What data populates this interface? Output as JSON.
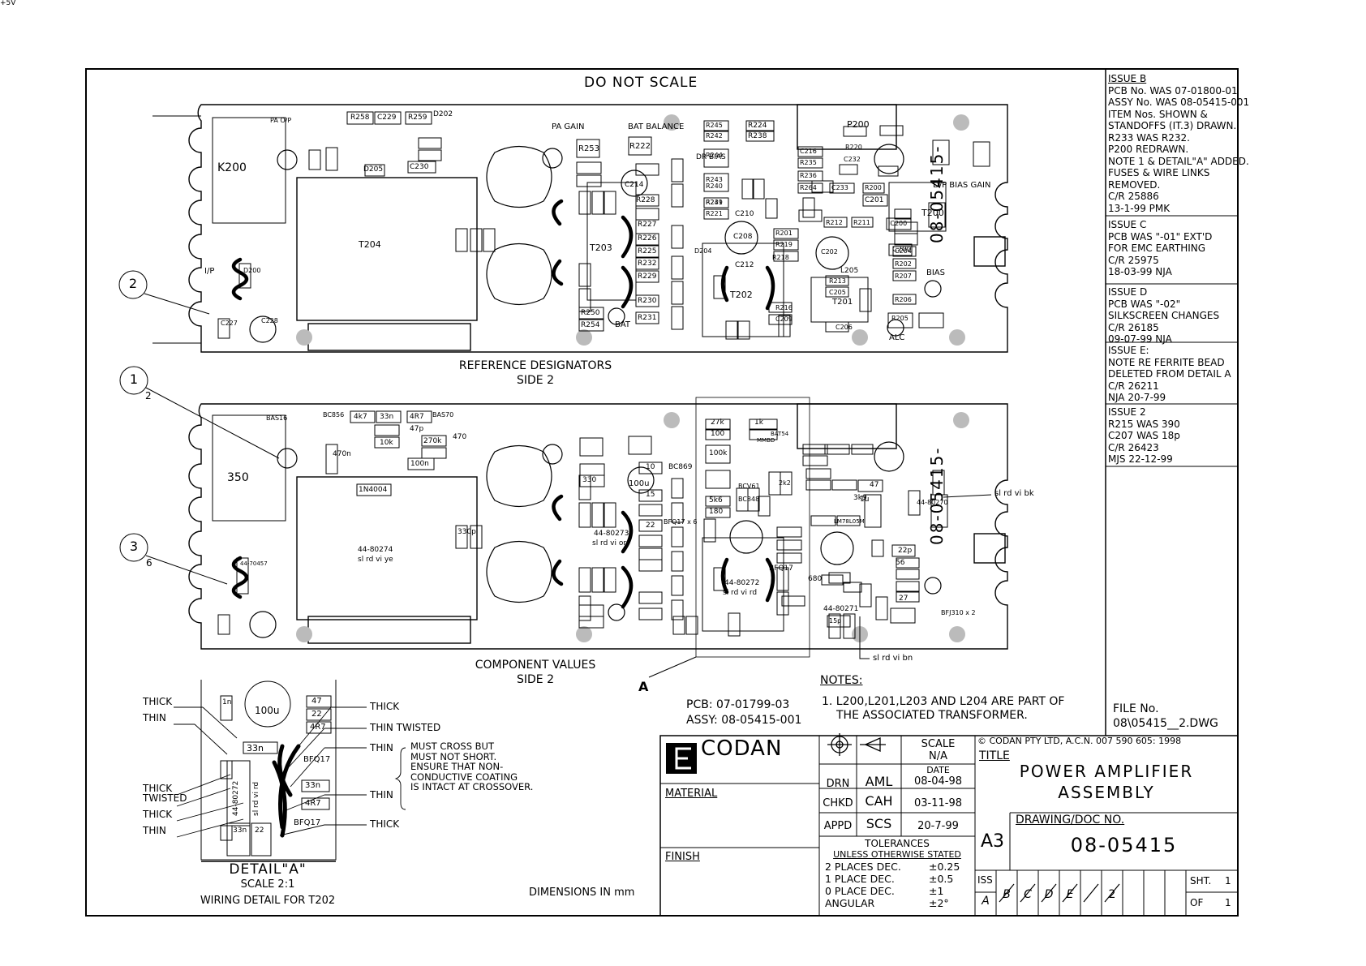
{
  "header_note": "DO NOT SCALE",
  "view_top": {
    "caption_line1": "REFERENCE DESIGNATORS",
    "caption_line2": "SIDE 2",
    "labels": [
      {
        "text": "K200"
      },
      {
        "text": "T204"
      },
      {
        "text": "T203"
      },
      {
        "text": "T202"
      },
      {
        "text": "T201"
      },
      {
        "text": "T200"
      },
      {
        "text": "P200"
      },
      {
        "text": "R253"
      },
      {
        "text": "R222"
      },
      {
        "text": "R258"
      },
      {
        "text": "C229"
      },
      {
        "text": "R259"
      },
      {
        "text": "D202"
      },
      {
        "text": "C230"
      },
      {
        "text": "D205"
      },
      {
        "text": "R228"
      },
      {
        "text": "R227"
      },
      {
        "text": "R226"
      },
      {
        "text": "R225"
      },
      {
        "text": "R232"
      },
      {
        "text": "R229"
      },
      {
        "text": "R230"
      },
      {
        "text": "R231"
      },
      {
        "text": "R250"
      },
      {
        "text": "R254"
      },
      {
        "text": "R245"
      },
      {
        "text": "R242"
      },
      {
        "text": "R244"
      },
      {
        "text": "R243"
      },
      {
        "text": "R240"
      },
      {
        "text": "R241"
      },
      {
        "text": "R239"
      },
      {
        "text": "R221"
      },
      {
        "text": "C210"
      },
      {
        "text": "C208"
      },
      {
        "text": "C212"
      },
      {
        "text": "R224"
      },
      {
        "text": "R238"
      },
      {
        "text": "C216"
      },
      {
        "text": "R235"
      },
      {
        "text": "R220"
      },
      {
        "text": "C232"
      },
      {
        "text": "R236"
      },
      {
        "text": "R264"
      },
      {
        "text": "C233"
      },
      {
        "text": "R200"
      },
      {
        "text": "C201"
      },
      {
        "text": "R212"
      },
      {
        "text": "R211"
      },
      {
        "text": "IC200"
      },
      {
        "text": "R201"
      },
      {
        "text": "R219"
      },
      {
        "text": "R218"
      },
      {
        "text": "C202"
      },
      {
        "text": "C200"
      },
      {
        "text": "C204"
      },
      {
        "text": "R202"
      },
      {
        "text": "R207"
      },
      {
        "text": "R206"
      },
      {
        "text": "R205"
      },
      {
        "text": "R213"
      },
      {
        "text": "C205"
      },
      {
        "text": "C206"
      },
      {
        "text": "R216"
      },
      {
        "text": "C209"
      },
      {
        "text": "C227"
      },
      {
        "text": "C228"
      },
      {
        "text": "C214"
      },
      {
        "text": "BAT"
      },
      {
        "text": "BIAS"
      },
      {
        "text": "ALC"
      },
      {
        "text": "PA GAIN"
      },
      {
        "text": "BAT BALANCE"
      },
      {
        "text": "DR BIAS"
      },
      {
        "text": "D/P BIAS GAIN"
      },
      {
        "text": "I/P"
      },
      {
        "text": "PA O/P"
      },
      {
        "text": "D204"
      },
      {
        "text": "D200"
      },
      {
        "text": "L205"
      },
      {
        "text": "+5V"
      }
    ]
  },
  "view_bottom": {
    "caption_line1": "COMPONENT VALUES",
    "caption_line2": "SIDE 2",
    "labels": [
      {
        "text": "350"
      },
      {
        "text": "44-80274"
      },
      {
        "text": "sl rd vi ye"
      },
      {
        "text": "44-80273"
      },
      {
        "text": "sl rd vi or"
      },
      {
        "text": "44-80272"
      },
      {
        "text": "sl rd vi rd"
      },
      {
        "text": "44-80271"
      },
      {
        "text": "44-80270"
      },
      {
        "text": "BAS16"
      },
      {
        "text": "BC856"
      },
      {
        "text": "4k7"
      },
      {
        "text": "33n"
      },
      {
        "text": "4R7"
      },
      {
        "text": "BAS70"
      },
      {
        "text": "47p"
      },
      {
        "text": "10k"
      },
      {
        "text": "270k"
      },
      {
        "text": "1N4004"
      },
      {
        "text": "100n"
      },
      {
        "text": "470"
      },
      {
        "text": "470n"
      },
      {
        "text": "330p"
      },
      {
        "text": "100u"
      },
      {
        "text": "330"
      },
      {
        "text": "10"
      },
      {
        "text": "15"
      },
      {
        "text": "22"
      },
      {
        "text": "BC869"
      },
      {
        "text": "27k"
      },
      {
        "text": "100"
      },
      {
        "text": "1k"
      },
      {
        "text": "100k"
      },
      {
        "text": "5k6"
      },
      {
        "text": "180"
      },
      {
        "text": "680"
      },
      {
        "text": "BFQ17"
      },
      {
        "text": "BFJ310 x 2"
      },
      {
        "text": "LM78L05M"
      },
      {
        "text": "56"
      },
      {
        "text": "27"
      },
      {
        "text": "47"
      },
      {
        "text": "22p"
      },
      {
        "text": "1u"
      },
      {
        "text": "3k9"
      },
      {
        "text": "BCV61"
      },
      {
        "text": "BC848"
      },
      {
        "text": "BAT54"
      },
      {
        "text": "MMBD"
      },
      {
        "text": "44-70457"
      },
      {
        "text": "BFQ17 x 6"
      },
      {
        "text": "15p"
      },
      {
        "text": "2k2"
      }
    ],
    "callout_right_top": "sl rd vi bk",
    "callout_right_bottom": "sl rd vi bn"
  },
  "balloons": [
    "2",
    "1",
    "3"
  ],
  "balloon_subs": [
    "2",
    "6"
  ],
  "detail_marker": "A",
  "detail_a": {
    "title": "DETAIL\"A\"",
    "scale": "SCALE 2:1",
    "subtitle": "WIRING DETAIL FOR T202",
    "left_labels": [
      "THICK",
      "THIN",
      "THICK",
      "TWISTED",
      "THICK",
      "THIN"
    ],
    "right_labels": [
      "THICK",
      "THIN TWISTED",
      "THIN",
      "THIN",
      "THICK"
    ],
    "parts": [
      "1n",
      "100u",
      "47",
      "22",
      "4R7",
      "33n",
      "BFQ17",
      "33n",
      "4R7",
      "BFQ17",
      "44-80272",
      "sl rd vi rd",
      "33n",
      "22"
    ],
    "note_lines": [
      "MUST CROSS BUT",
      "MUST NOT SHORT.",
      "ENSURE THAT NON-",
      "CONDUCTIVE COATING",
      "IS INTACT AT CROSSOVER."
    ]
  },
  "pcb": "PCB: 07-01799-03",
  "assy": "ASSY: 08-05415-001",
  "notes": {
    "heading": "NOTES:",
    "line1": "1. L200,L201,L203 AND L204 ARE PART OF",
    "line2": "THE ASSOCIATED TRANSFORMER."
  },
  "dimensions": "DIMENSIONS IN mm",
  "side_number": "08-05415-",
  "revisions": [
    {
      "heading": "ISSUE B",
      "lines": [
        "PCB No. WAS 07-01800-01",
        "ASSY No. WAS 08-05415-001",
        "ITEM Nos. SHOWN &",
        "STANDOFFS (IT.3) DRAWN.",
        "R233 WAS R232.",
        "P200 REDRAWN.",
        "NOTE 1 & DETAIL\"A\" ADDED.",
        "FUSES & WIRE LINKS",
        "REMOVED.",
        "C/R 25886",
        "13-1-99   PMK"
      ]
    },
    {
      "heading": "ISSUE C",
      "lines": [
        "PCB WAS \"-01\" EXT'D",
        "FOR EMC EARTHING",
        "C/R 25975",
        "18-03-99   NJA"
      ]
    },
    {
      "heading": "ISSUE D",
      "lines": [
        "PCB WAS \"-02\"",
        "SILKSCREEN CHANGES",
        "C/R 26185",
        "09-07-99   NJA"
      ]
    },
    {
      "heading": "ISSUE E:",
      "lines": [
        "NOTE RE FERRITE BEAD",
        "DELETED FROM DETAIL A",
        "C/R 26211",
        "NJA 20-7-99"
      ]
    },
    {
      "heading": "ISSUE 2",
      "lines": [
        "R215 WAS 390",
        "C207 WAS 18p",
        "C/R 26423",
        "MJS 22-12-99"
      ]
    }
  ],
  "file_no": {
    "label": "FILE No.",
    "value": "08\\05415__2.DWG"
  },
  "title_block": {
    "company": "CODAN",
    "copyright": "© CODAN  PTY LTD, A.C.N. 007 590 605:  1998",
    "title_label": "TITLE",
    "title_line1": "POWER AMPLIFIER",
    "title_line2": "ASSEMBLY",
    "material_label": "MATERIAL",
    "finish_label": "FINISH",
    "scale_label": "SCALE",
    "scale_value": "N/A",
    "date_label": "DATE",
    "rows": [
      {
        "role": "DRN",
        "initials": "AML",
        "date": "08-04-98"
      },
      {
        "role": "CHKD",
        "initials": "CAH",
        "date": "03-11-98"
      },
      {
        "role": "APPD",
        "initials": "SCS",
        "date": "20-7-99"
      }
    ],
    "tolerances": {
      "heading": "TOLERANCES",
      "subheading": "UNLESS OTHERWISE STATED",
      "rows": [
        {
          "label": "2 PLACES DEC.",
          "value": "±0.25"
        },
        {
          "label": "1 PLACE DEC.",
          "value": "±0.5"
        },
        {
          "label": "0 PLACE DEC.",
          "value": "±1"
        },
        {
          "label": "ANGULAR",
          "value": "±2°"
        }
      ]
    },
    "size": "A3",
    "doc_label": "DRAWING/DOC NO.",
    "doc_no": "08-05415",
    "iss_label": "ISS",
    "issues": [
      "A",
      "B",
      "C",
      "D",
      "E",
      "2"
    ],
    "sheet_label": "SHT.",
    "sheet_no": "1",
    "of_label": "OF",
    "of_no": "1"
  }
}
